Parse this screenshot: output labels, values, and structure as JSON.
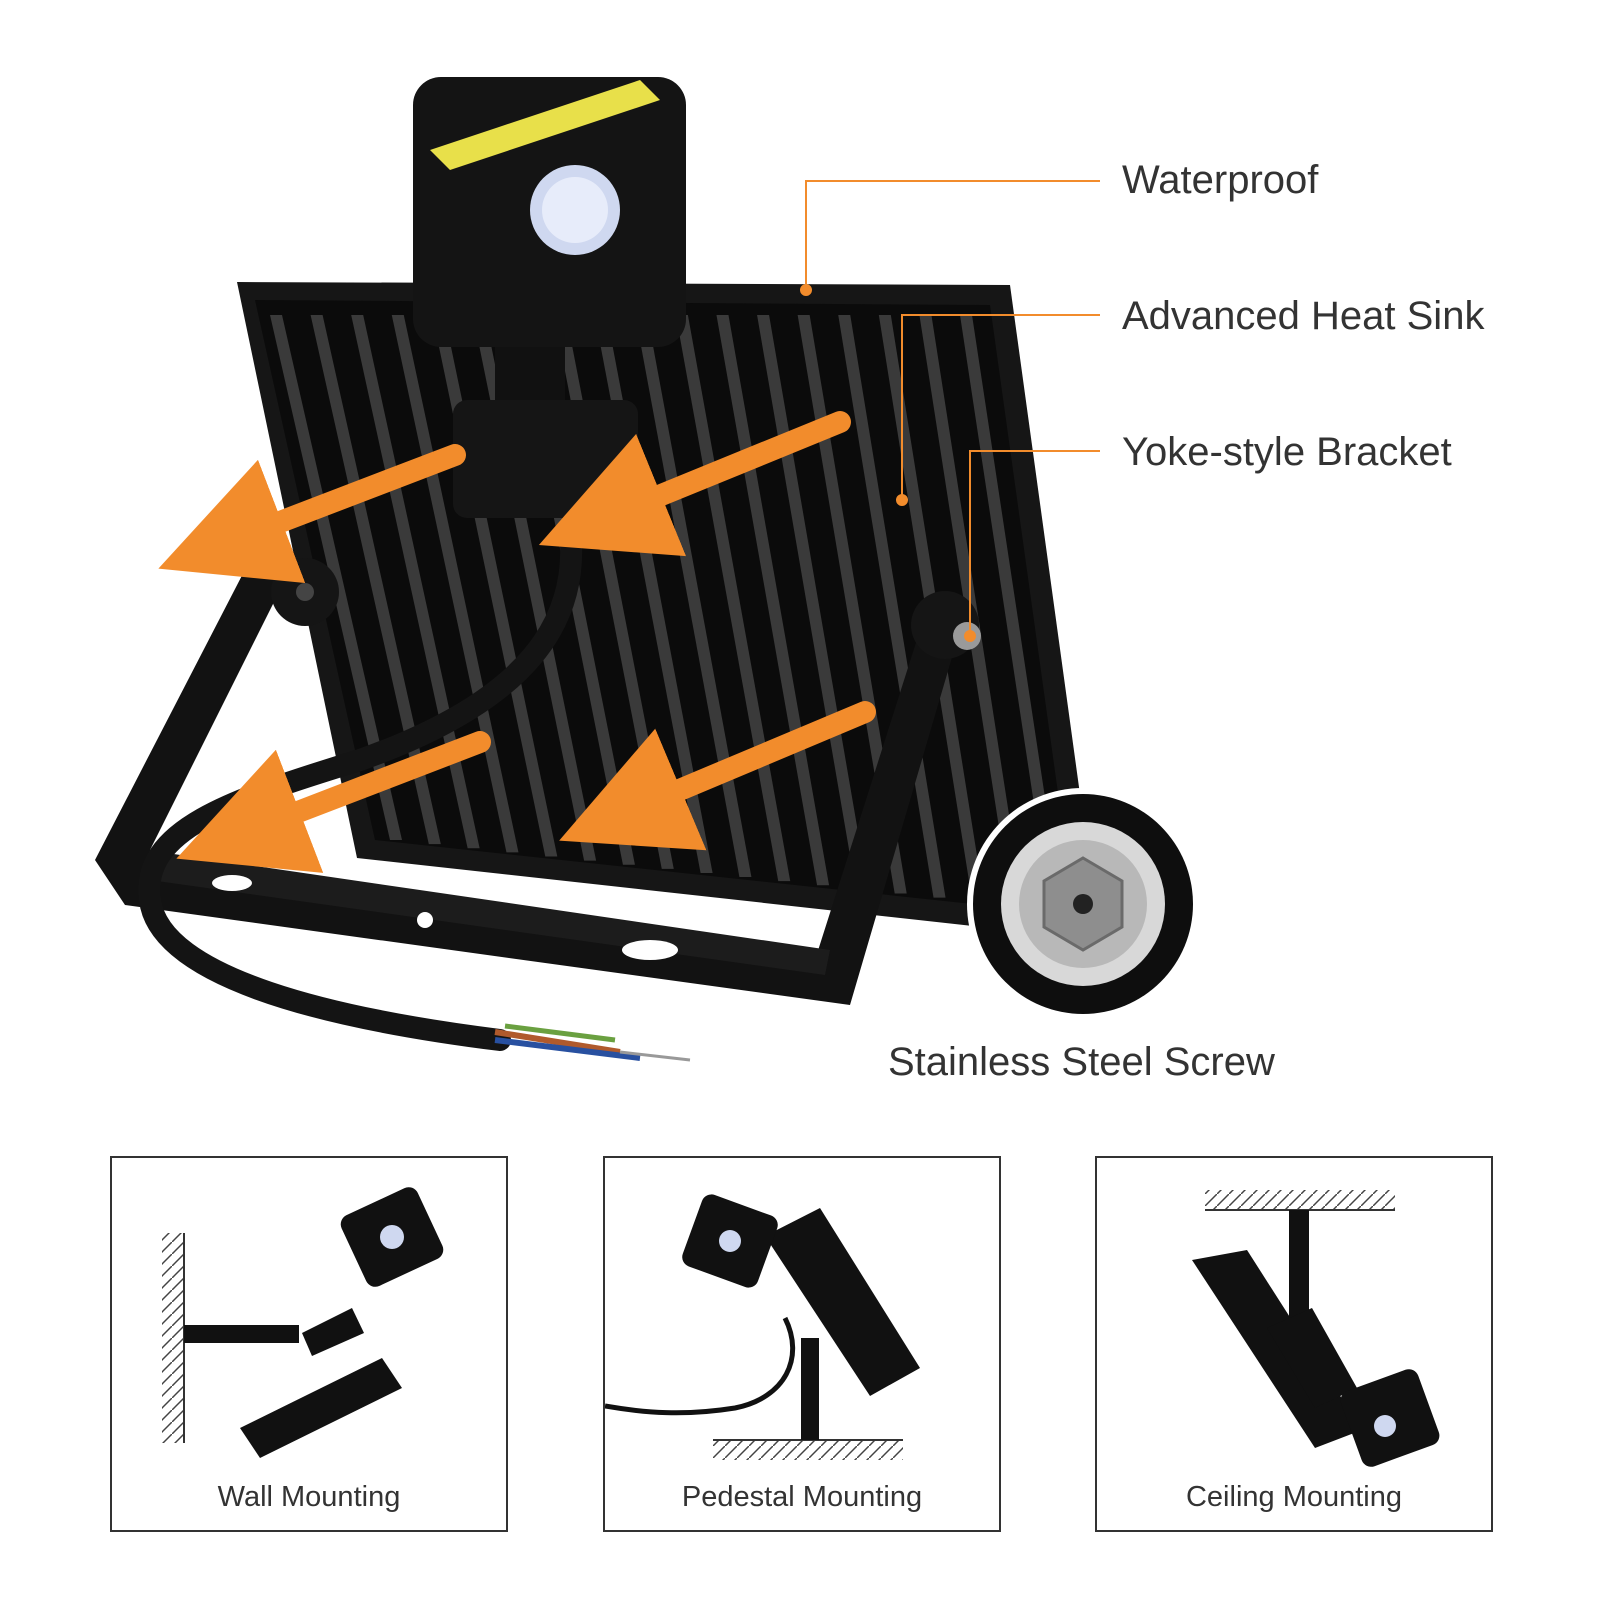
{
  "colors": {
    "accent": "#F28C2C",
    "product": "#111111",
    "text": "#333333"
  },
  "callouts": {
    "waterproof": "Waterproof",
    "heat_sink": "Advanced Heat Sink",
    "bracket": "Yoke-style Bracket",
    "screw": "Stainless Steel Screw"
  },
  "mounting": [
    {
      "label": "Wall Mounting",
      "icon": "wall-mount-icon"
    },
    {
      "label": "Pedestal Mounting",
      "icon": "pedestal-mount-icon"
    },
    {
      "label": "Ceiling Mounting",
      "icon": "ceiling-mount-icon"
    }
  ]
}
